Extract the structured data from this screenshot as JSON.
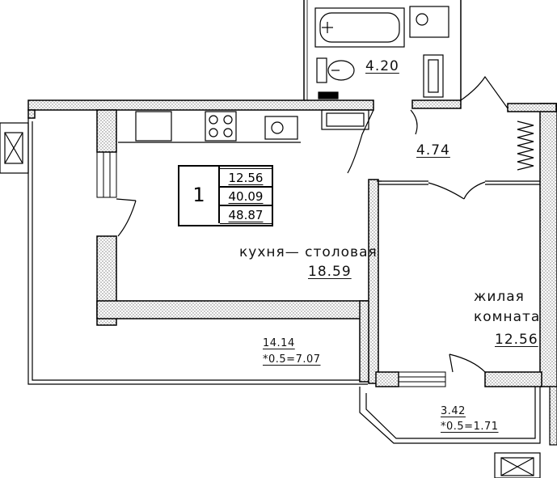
{
  "apartment": {
    "number": "1",
    "living_area": "12.56",
    "total_area": "40.09",
    "total_with_balcony": "48.87"
  },
  "rooms": {
    "bathroom": {
      "area": "4.20"
    },
    "hall": {
      "area": "4.74"
    },
    "kitchen": {
      "name": "кухня— столовая",
      "area": "18.59"
    },
    "living": {
      "name_line1": "жилая",
      "name_line2": "комната",
      "area": "12.56"
    },
    "loggia_large": {
      "area": "14.14",
      "coef": "*0.5=7.07"
    },
    "loggia_small": {
      "area": "3.42",
      "coef": "*0.5=1.71"
    }
  },
  "colors": {
    "line": "#000000",
    "wall_fill": "#cfcfcf"
  }
}
